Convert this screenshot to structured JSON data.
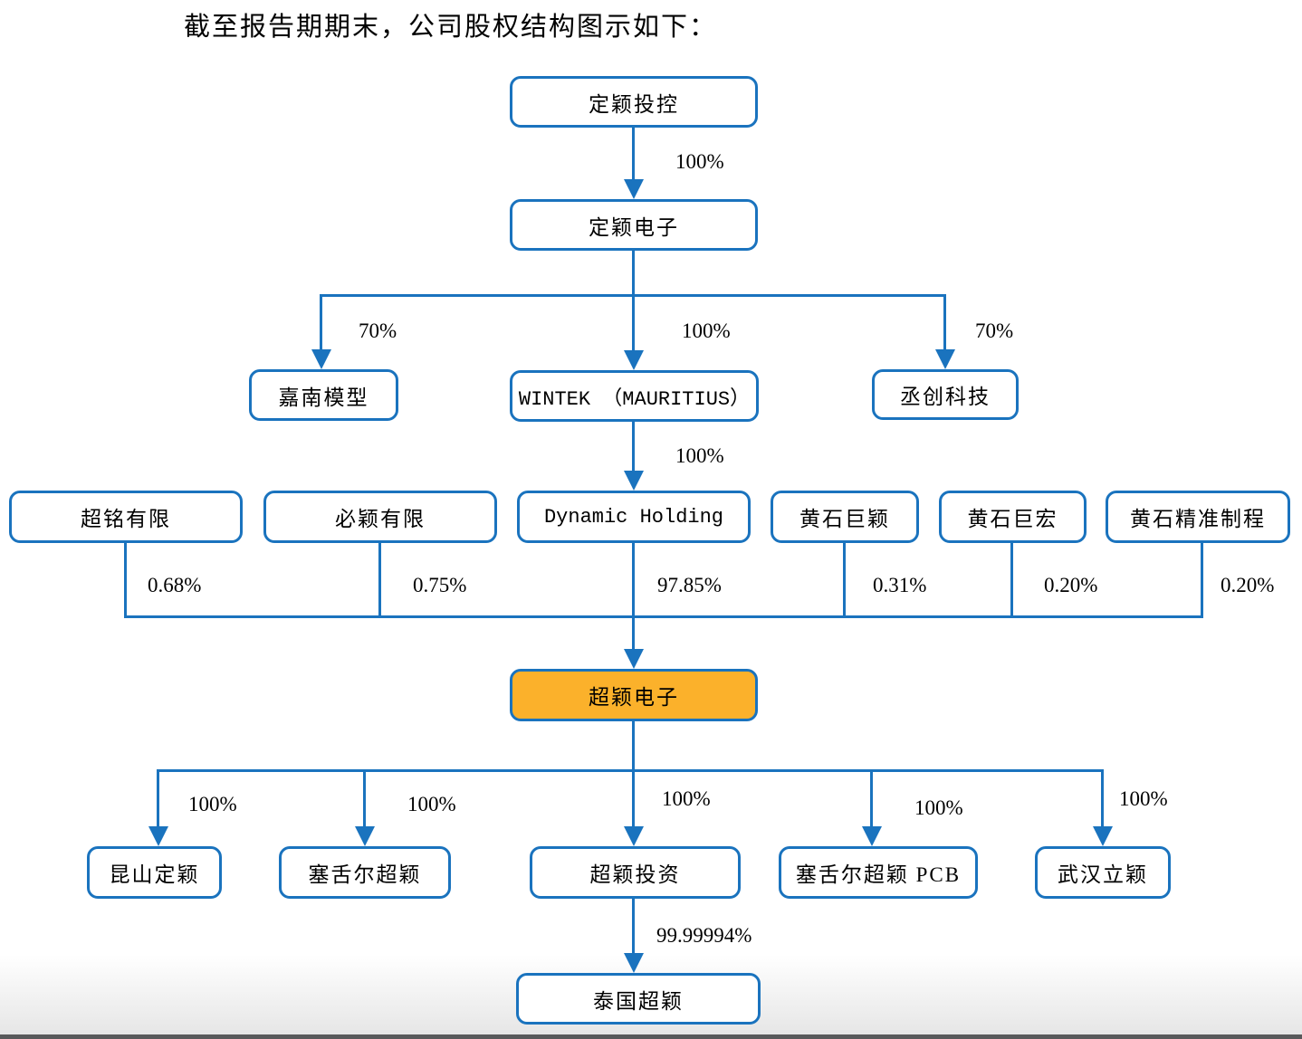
{
  "title": "截至报告期期末，公司股权结构图示如下：",
  "colors": {
    "line": "#1a73be",
    "node_border": "#1a73be",
    "highlight_fill": "#fbb12b",
    "page_edge_bar": "#58595b"
  },
  "nodes": {
    "dingying_investment_holding": "定颖投控",
    "dingying_electronics": "定颖电子",
    "jianan_model": "嘉南模型",
    "wintek_mauritius": "WINTEK （MAURITIUS）",
    "chengchuang_technology": "丞创科技",
    "chaoming_limited": "超铭有限",
    "biying_limited": "必颖有限",
    "dynamic_holding": "Dynamic Holding",
    "huangshi_juying": "黄石巨颖",
    "huangshi_juhong": "黄石巨宏",
    "huangshi_precision_process": "黄石精准制程",
    "chaoying_electronics": "超颖电子",
    "kunshan_dingying": "昆山定颖",
    "seychelles_chaoying": "塞舌尔超颖",
    "chaoying_investment": "超颖投资",
    "seychelles_chaoying_pcb": "塞舌尔超颖 PCB",
    "wuhan_liying": "武汉立颖",
    "thailand_chaoying": "泰国超颖"
  },
  "percentages": {
    "holding_to_electronics": "100%",
    "to_jianan_model": "70%",
    "to_wintek": "100%",
    "to_chengchuang": "70%",
    "wintek_to_dynamic": "100%",
    "chaoming_share": "0.68%",
    "biying_share": "0.75%",
    "dynamic_share": "97.85%",
    "juying_share": "0.31%",
    "juhong_share": "0.20%",
    "precision_share": "0.20%",
    "to_kunshan": "100%",
    "to_seychelles": "100%",
    "to_investment": "100%",
    "to_seychelles_pcb": "100%",
    "to_wuhan": "100%",
    "investment_to_thailand": "99.99994%"
  }
}
